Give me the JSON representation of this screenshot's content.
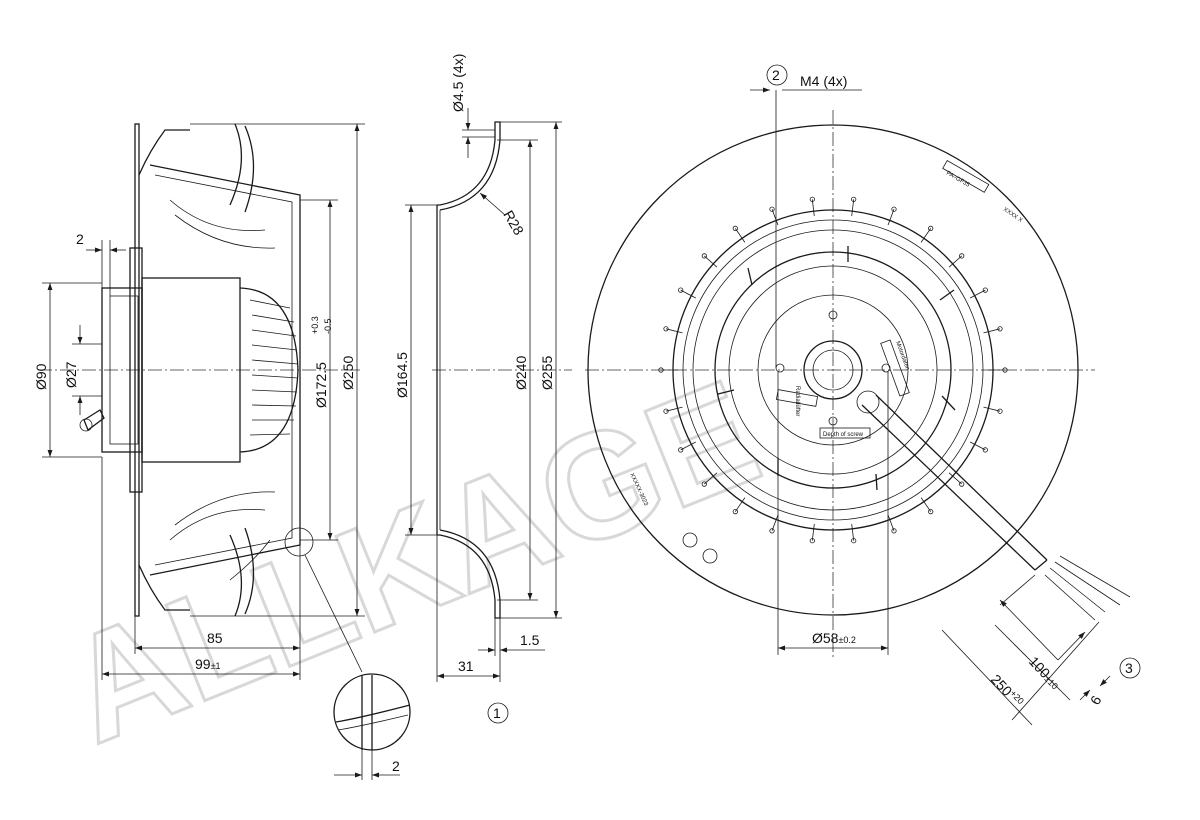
{
  "watermark": "ALLKAGE",
  "side_view": {
    "dims": {
      "flange": "2",
      "hub_outer": "Ø90",
      "shaft": "Ø27",
      "motor_dia_main": "Ø172.5",
      "motor_dia_tol_up": "+0.3",
      "motor_dia_tol_low": "-0.5",
      "wheel_dia": "Ø250",
      "depth": "85",
      "overall_main": "99",
      "overall_tol": "±1"
    },
    "detail_dim": "2"
  },
  "ring_view": {
    "dims": {
      "hole": "Ø4.5 (4x)",
      "radius": "R28",
      "inner_dia": "Ø164.5",
      "dia_240": "Ø240",
      "dia_255": "Ø255",
      "depth": "31",
      "thickness": "1.5"
    },
    "callout": "1"
  },
  "front_view": {
    "callout_2": "2",
    "thread": "M4 (4x)",
    "bore_main": "Ø58",
    "bore_tol": "±0.2",
    "cable": {
      "len1_main": "100",
      "len1_tol": "±10",
      "len2_main": "250",
      "len2_tol": "+20",
      "strip": "6"
    },
    "callout_3": "3",
    "labels": {
      "pa": "PA–GF35",
      "date": "XXXX X",
      "serial": "XXXXX-3023",
      "depth": "Depth of screw",
      "label_a": "Radiallüfter",
      "label_b": "Motordaten"
    }
  }
}
